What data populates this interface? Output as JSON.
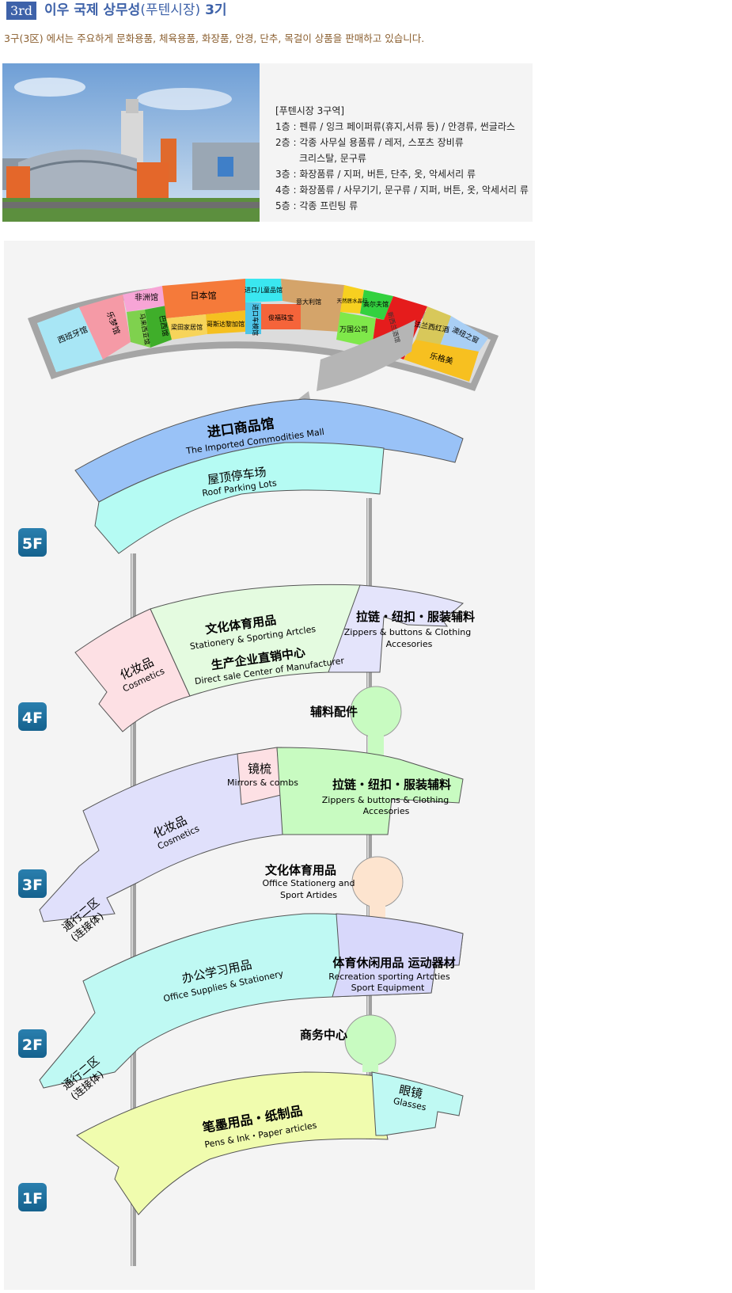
{
  "header": {
    "badge": "3rd",
    "title_main": "이우 국제 상무성",
    "title_paren": "(푸텐시장)",
    "title_tail": " 3기",
    "description": "3구(3区) 에서는 주요하게 문화용품, 체육용품, 화장품, 안경, 단추, 목걸이 상품을 판매하고 있습니다."
  },
  "info": {
    "heading": "[푸텐시장 3구역]",
    "lines": [
      "1층 : 펜류 / 잉크 페이퍼류(휴지,서류 등) / 안경류, 썬글라스",
      "2층 : 각종 사무실 용품류 / 레저, 스포츠 장비류",
      "크리스탈, 문구류",
      "3층 : 화장품류 / 지퍼, 버튼, 단추, 옷, 악세서리 류",
      "4층 : 화장품류 / 사무기기, 문구류 / 지퍼, 버튼, 옷, 악세서리 류",
      "5층 : 각종 프린팅 류"
    ]
  },
  "map": {
    "top_plan": {
      "xibanya": "西班牙馆",
      "lemeng": "乐梦馆",
      "feizhou": "非洲馆",
      "malaixiya": "马来西亚馆",
      "baxi": "巴西馆",
      "riben": "日本馆",
      "liangtian": "梁田家居馆",
      "gesida": "哥斯达黎加馆",
      "jinkou_ertong": "进口儿童品馆",
      "jinkou_qiche": "进口车模馆",
      "junfu": "俊福珠宝",
      "yidali": "意大利馆",
      "tianran": "天然居水晶行",
      "gaoerfu": "高尔夫馆",
      "wanguo": "万国公司",
      "xinxilan": "新西兰酒馆",
      "falan": "法兰西红酒",
      "aozhou": "澳纽之窗",
      "lege": "乐格美"
    },
    "floors": {
      "f5": "5F",
      "f4": "4F",
      "f3": "3F",
      "f2": "2F",
      "f1": "1F"
    },
    "f5": {
      "imported_cn": "进口商品馆",
      "imported_en": "The Imported Commodities Mall",
      "parking_cn": "屋顶停车场",
      "parking_en": "Roof Parking Lots"
    },
    "f4": {
      "cosmetics_cn": "化妆品",
      "cosmetics_en": "Cosmetics",
      "stationery_cn": "文化体育用品",
      "stationery_en": "Stationery & Sporting Artcles",
      "direct_cn": "生产企业直销中心",
      "direct_en": "Direct sale Center of Manufacturer",
      "zipper_cn": "拉链・纽扣・服装辅料",
      "zipper_en1": "Zippers & buttons & Clothing",
      "zipper_en2": "Accesories",
      "accessory_cn": "辅料配件"
    },
    "f3": {
      "mirror_cn": "镜梳",
      "mirror_en": "Mirrors & combs",
      "zipper_cn": "拉链・纽扣・服装辅料",
      "zipper_en1": "Zippers & buttons & Clothing",
      "zipper_en2": "Accesories",
      "cosmetics_cn": "化妆品",
      "cosmetics_en": "Cosmetics",
      "passage_cn1": "通行二区",
      "passage_cn2": "(连接体)",
      "office_cn": "文化体育用品",
      "office_en1": "Office Stationerg and",
      "office_en2": "Sport Artides"
    },
    "f2": {
      "office_cn": "办公学习用品",
      "office_en": "Office Supplies & Stationery",
      "sport_cn": "体育休闲用品 运动器材",
      "sport_en1": "Recreation sporting Artcties",
      "sport_en2": "Sport Equipment",
      "business_cn": "商务中心",
      "passage_cn1": "通行二区",
      "passage_cn2": "(连接体)"
    },
    "f1": {
      "pens_cn": "笔墨用品・纸制品",
      "pens_en": "Pens & Ink・Paper articles",
      "glasses_cn": "眼镜",
      "glasses_en": "Glasses"
    }
  }
}
